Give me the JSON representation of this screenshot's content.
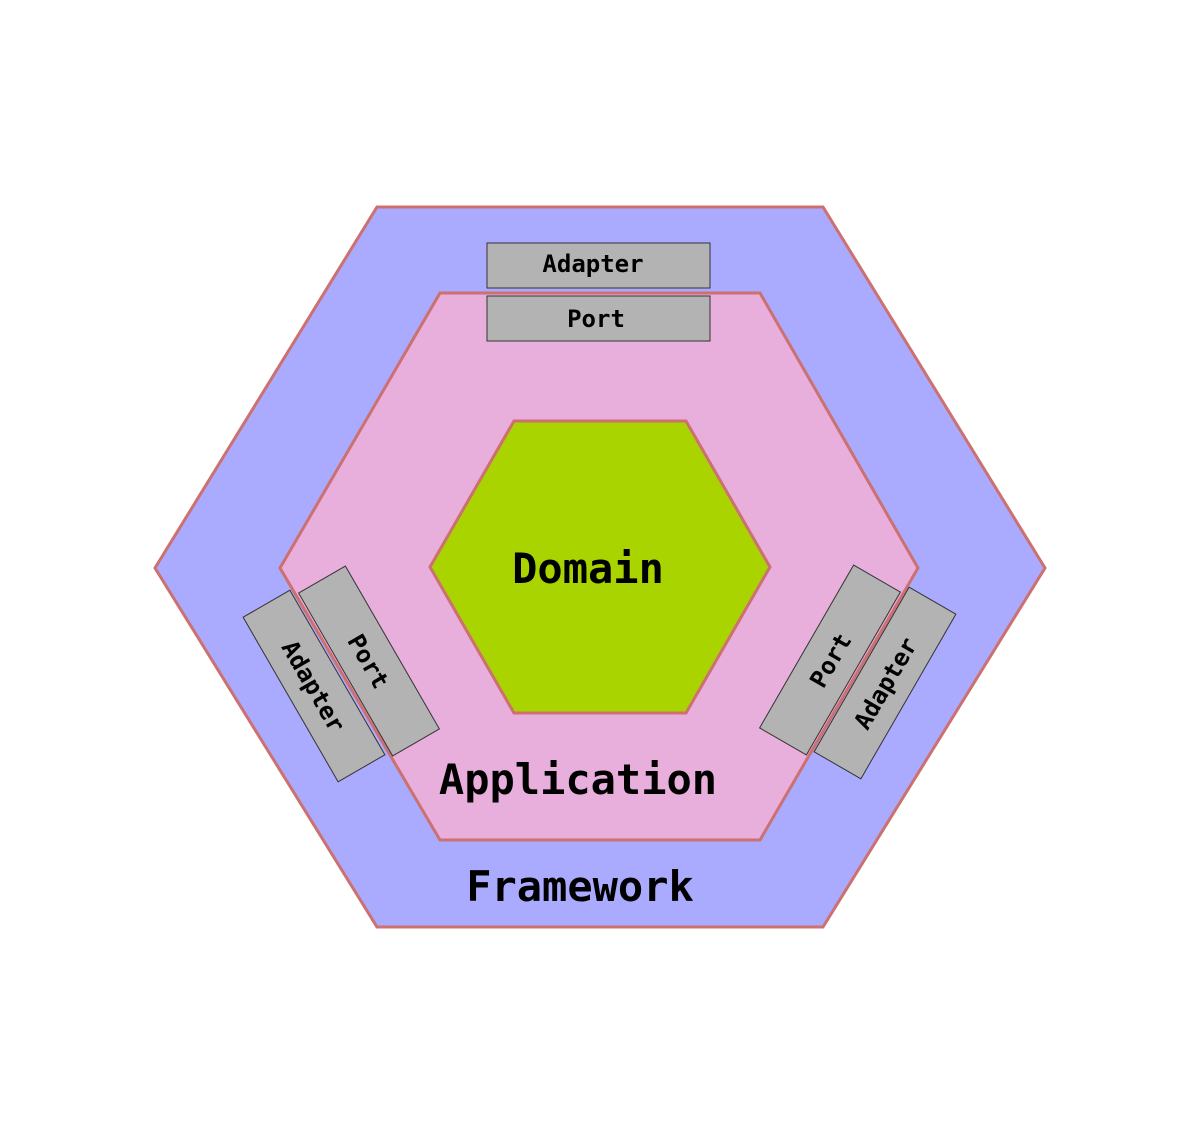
{
  "colors": {
    "framework_fill": "#aaaaff",
    "application_fill": "#e8aedc",
    "domain_fill": "#aad400",
    "hexagon_stroke": "#cc7070",
    "box_fill": "#b3b3b3",
    "box_stroke": "#333333"
  },
  "layers": {
    "framework": "Framework",
    "application": "Application",
    "domain": "Domain"
  },
  "top": {
    "adapter": "Adapter",
    "port": "Port"
  },
  "left": {
    "adapter": "Adapter",
    "port": "Port"
  },
  "right": {
    "adapter": "Adapter",
    "port": "Port"
  }
}
